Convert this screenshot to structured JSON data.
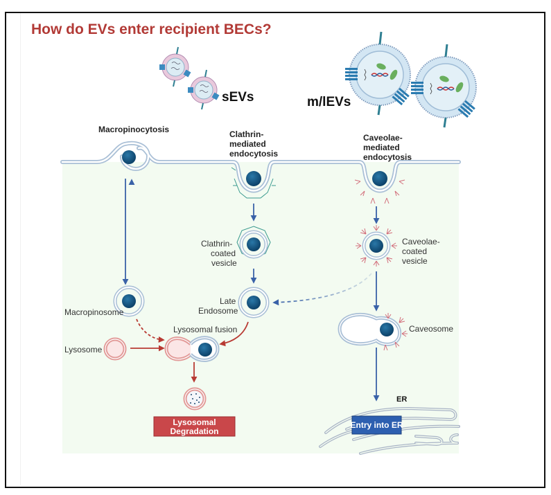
{
  "title": "How do EVs enter recipient BECs?",
  "ev_types": {
    "small": "sEVs",
    "medium_large": "m/lEVs"
  },
  "pathways": {
    "macropinocytosis": "Macropinocytosis",
    "clathrin": [
      "Clathrin-",
      "mediated",
      "endocytosis"
    ],
    "caveolae": [
      "Caveolae-",
      "mediated",
      "endocytosis"
    ]
  },
  "structures": {
    "clathrin_vesicle": [
      "Clathrin-",
      "coated",
      "vesicle"
    ],
    "caveolae_vesicle": [
      "Caveolae-",
      "coated",
      "vesicle"
    ],
    "late_endosome": [
      "Late",
      "Endosome"
    ],
    "macropinosome": "Macropinosome",
    "lysosome": "Lysosome",
    "lysosomal_fusion": "Lysosomal fusion",
    "caveosome": "Caveosome",
    "er": "ER"
  },
  "outcomes": {
    "degradation": [
      "Lysosomal",
      "Degradation"
    ],
    "er_entry": "Entry into ER"
  },
  "colors": {
    "title": "#b23a36",
    "cytoplasm": "#f3fbf1",
    "membrane": "#a9bfd6",
    "ev_core": "#0f4f7a",
    "arrow_blue": "#3a62a8",
    "arrow_red": "#b83a33",
    "degradation_box": "#c9474a",
    "er_box": "#2d5fb0",
    "clathrin": "#3a9a8e",
    "caveolin": "#d26d7a"
  }
}
